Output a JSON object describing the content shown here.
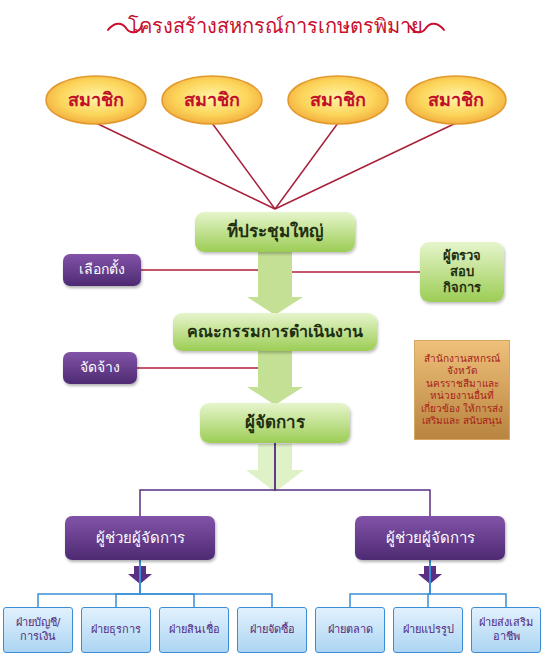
{
  "diagram": {
    "title": "โครงสร้างสหกรณ์การเกษตรพิมาย",
    "nodes": [
      {
        "text": [
          "สมาชิก"
        ]
      },
      {
        "text": [
          "สมาชิก"
        ]
      },
      {
        "text": [
          "สมาชิก"
        ]
      },
      {
        "text": [
          "สมาชิก"
        ]
      },
      {
        "text": [
          "ที่ประชุมใหญ่"
        ]
      },
      {
        "text": [
          "เลือกตั้ง"
        ]
      },
      {
        "text": [
          "ผู้ตรวจสอบ กิจการ"
        ]
      },
      {
        "text": [
          "คณะกรรมการดำเนินงาน"
        ]
      },
      {
        "text": [
          "จัดจ้าง"
        ]
      },
      {
        "text": [
          "สำนักงานสหกรณ์ จังหวัดนครราชสีมาและ หน่วยงานอื่นที่เกี่ยวข้อง ให้การส่งเสริมและ สนับสนุน"
        ]
      },
      {
        "text": [
          "ผู้จัดการ"
        ]
      },
      {
        "text": [
          "ผู้ช่วยผู้จัดการ"
        ]
      },
      {
        "text": [
          "ผู้ช่วยผู้จัดการ"
        ]
      },
      {
        "text": [
          "ฝ่ายบัญชี/ การเงิน"
        ]
      },
      {
        "text": [
          "ฝ่ายธุรการ"
        ]
      },
      {
        "text": [
          "ฝ่ายสินเชื่อ"
        ]
      },
      {
        "text": [
          "ฝ่ายจัดซื้อ"
        ]
      },
      {
        "text": [
          "ฝ่ายตลาด"
        ]
      },
      {
        "text": [
          "ฝ่ายแปรรูป"
        ]
      },
      {
        "text": [
          "ฝ่ายส่งเสริม อาชีพ"
        ]
      }
    ],
    "edges": [
      {
        "from": 0,
        "to": 4,
        "arrow": "none"
      },
      {
        "from": 1,
        "to": 4,
        "arrow": "none"
      },
      {
        "from": 2,
        "to": 4,
        "arrow": "none"
      },
      {
        "from": 3,
        "to": 4,
        "arrow": "none"
      },
      {
        "from": 4,
        "to": 7,
        "arrow": "to"
      },
      {
        "from": 5,
        "to": 7,
        "arrow": "none"
      },
      {
        "from": 6,
        "to": 7,
        "arrow": "none"
      },
      {
        "from": 7,
        "to": 10,
        "arrow": "to"
      },
      {
        "from": 8,
        "to": 10,
        "arrow": "none"
      },
      {
        "from": 10,
        "to": 11,
        "arrow": "none"
      },
      {
        "from": 10,
        "to": 12,
        "arrow": "none"
      },
      {
        "from": 11,
        "to": 13,
        "arrow": "none"
      },
      {
        "from": 11,
        "to": 14,
        "arrow": "none"
      },
      {
        "from": 11,
        "to": 15,
        "arrow": "none"
      },
      {
        "from": 11,
        "to": 16,
        "arrow": "none"
      },
      {
        "from": 12,
        "to": 17,
        "arrow": "none"
      },
      {
        "from": 12,
        "to": 18,
        "arrow": "none"
      },
      {
        "from": 12,
        "to": 19,
        "arrow": "none"
      }
    ]
  }
}
